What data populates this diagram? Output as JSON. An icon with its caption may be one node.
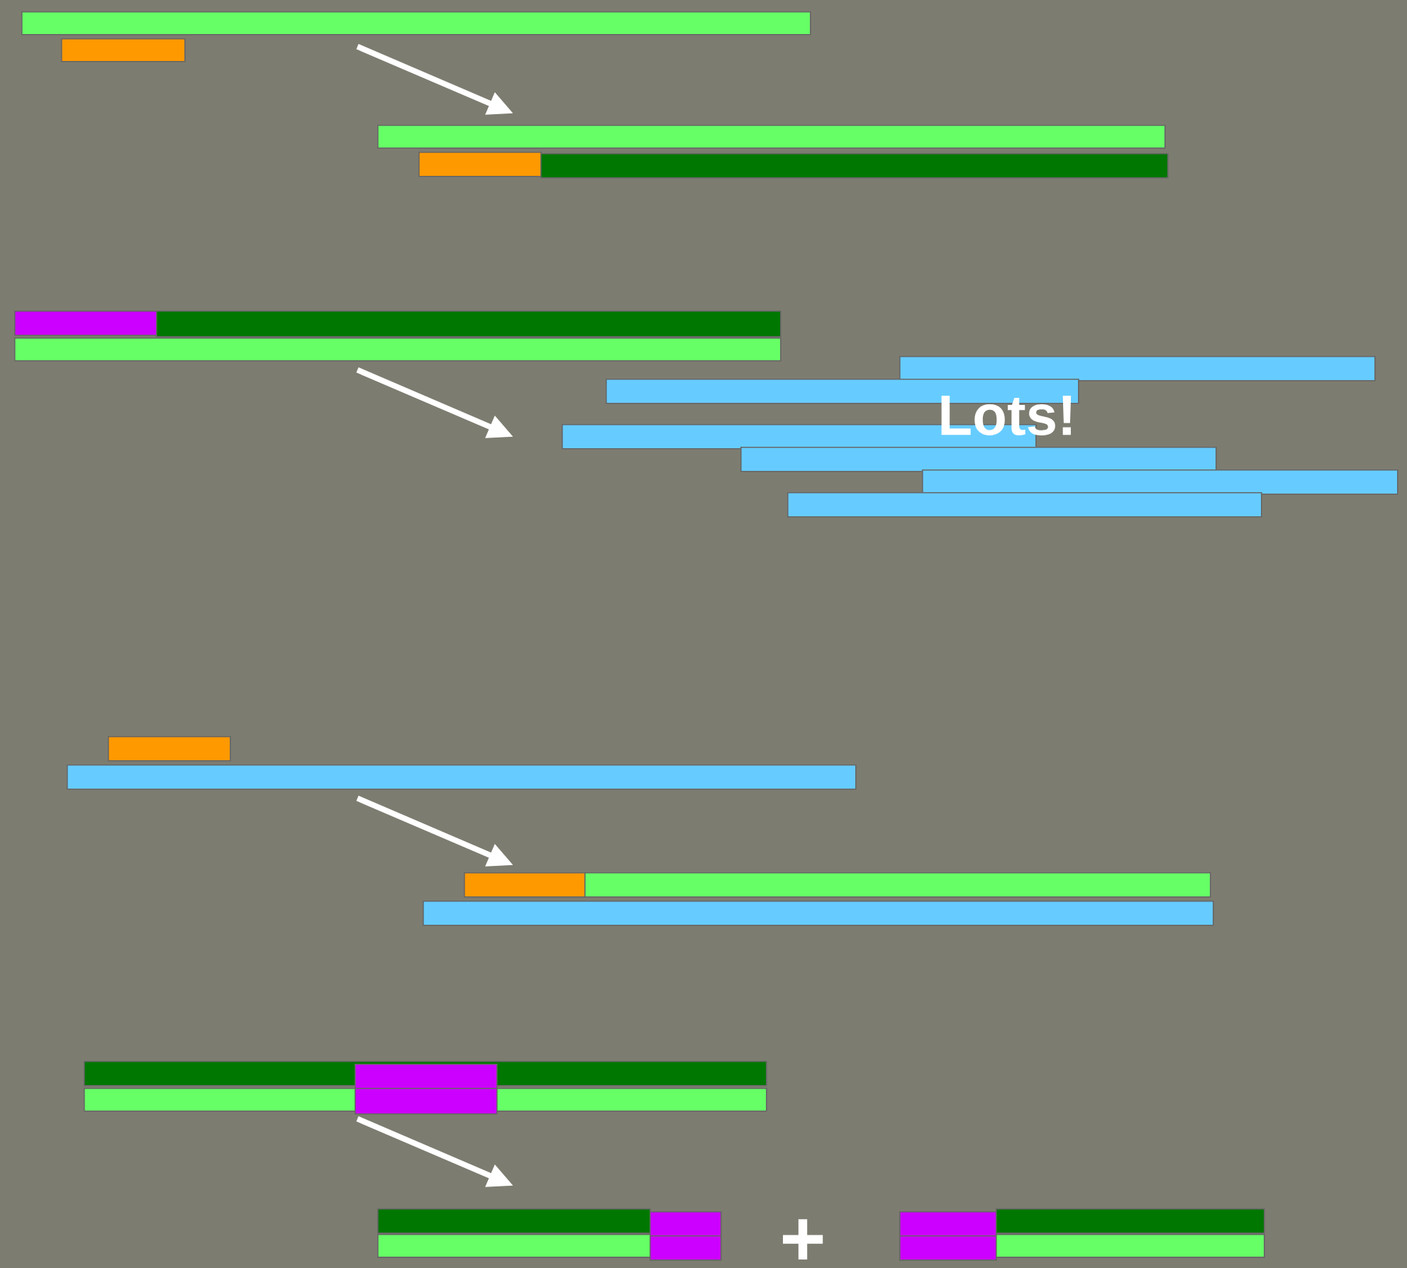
{
  "diagram": {
    "nodes": [
      {
        "text": [],
        "shape": "bar"
      },
      {
        "text": [],
        "shape": "bar"
      },
      {
        "text": [],
        "shape": "bar"
      },
      {
        "text": [],
        "shape": "bar"
      },
      {
        "text": [],
        "shape": "bar"
      },
      {
        "text": [],
        "shape": "bar"
      },
      {
        "text": [],
        "shape": "bar"
      },
      {
        "text": [],
        "shape": "bar"
      },
      {
        "text": [],
        "shape": "bar"
      },
      {
        "text": [],
        "shape": "bar"
      },
      {
        "text": [],
        "shape": "bar"
      },
      {
        "text": [],
        "shape": "bar"
      },
      {
        "text": [],
        "shape": "bar"
      },
      {
        "text": [],
        "shape": "bar"
      },
      {
        "text": [],
        "shape": "bar"
      },
      {
        "text": [],
        "shape": "bar"
      },
      {
        "text": [],
        "shape": "bar"
      },
      {
        "text": [],
        "shape": "bar"
      },
      {
        "text": [],
        "shape": "bar"
      },
      {
        "text": [],
        "shape": "bar"
      },
      {
        "text": [],
        "shape": "bar"
      },
      {
        "text": [],
        "shape": "bar"
      },
      {
        "text": [],
        "shape": "bar"
      },
      {
        "text": [],
        "shape": "bar"
      },
      {
        "text": [],
        "shape": "bar"
      },
      {
        "text": [],
        "shape": "bar"
      },
      {
        "text": [],
        "shape": "bar"
      },
      {
        "text": [],
        "shape": "bar"
      },
      {
        "text": [],
        "shape": "bar"
      },
      {
        "text": [],
        "shape": "bar"
      },
      {
        "text": [],
        "shape": "bar"
      }
    ],
    "edges": [
      {
        "from": 0,
        "to": 2,
        "arrow": "to"
      },
      {
        "from": 7,
        "to": 10,
        "arrow": "to"
      },
      {
        "from": 15,
        "to": 16,
        "arrow": "to"
      },
      {
        "from": 20,
        "to": 23,
        "arrow": "to"
      }
    ],
    "labels": [
      "Lots!",
      "+"
    ]
  }
}
